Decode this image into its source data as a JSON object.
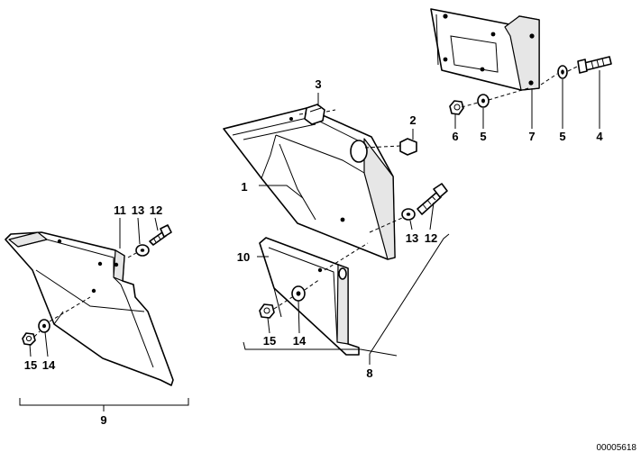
{
  "diagram": {
    "callouts": {
      "c1": "1",
      "c2": "2",
      "c3": "3",
      "c4": "4",
      "c5a": "5",
      "c5b": "5",
      "c6": "6",
      "c7": "7",
      "c8": "8",
      "c9": "9",
      "c10": "10",
      "c11": "11",
      "c12a": "12",
      "c12b": "12",
      "c13a": "13",
      "c13b": "13",
      "c14a": "14",
      "c14b": "14",
      "c15a": "15",
      "c15b": "15"
    },
    "reference_number": "00005618"
  }
}
